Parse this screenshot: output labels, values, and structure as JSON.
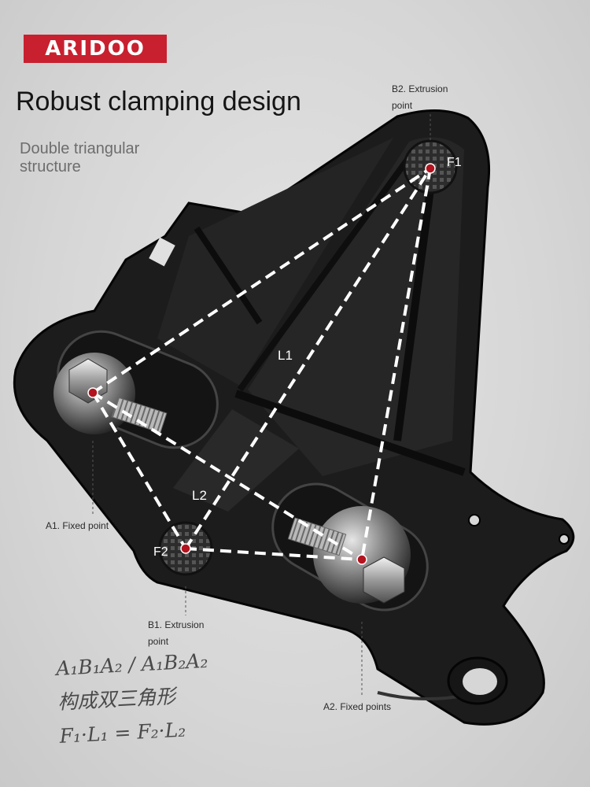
{
  "brand": {
    "logo_text": "ARIDOO"
  },
  "headline": "Robust clamping design",
  "subheadline": "Double triangular structure",
  "labels": {
    "b2": "B2. Extrusion point",
    "a1": "A1. Fixed point",
    "b1": "B1. Extrusion point",
    "a2": "A2. Fixed points",
    "f1": "F1",
    "f2": "F2",
    "l1": "L1",
    "l2": "L2"
  },
  "handwriting": {
    "line1": "A₁B₁A₂ / A₁B₂A₂",
    "line2": "构成双三角形",
    "line3": "F₁·L₁ = F₂·L₂"
  },
  "colors": {
    "logo_bg": "#c8202f",
    "bracket": "#1f1f1f",
    "dash": "#ffffff",
    "point": "#b3141f"
  }
}
